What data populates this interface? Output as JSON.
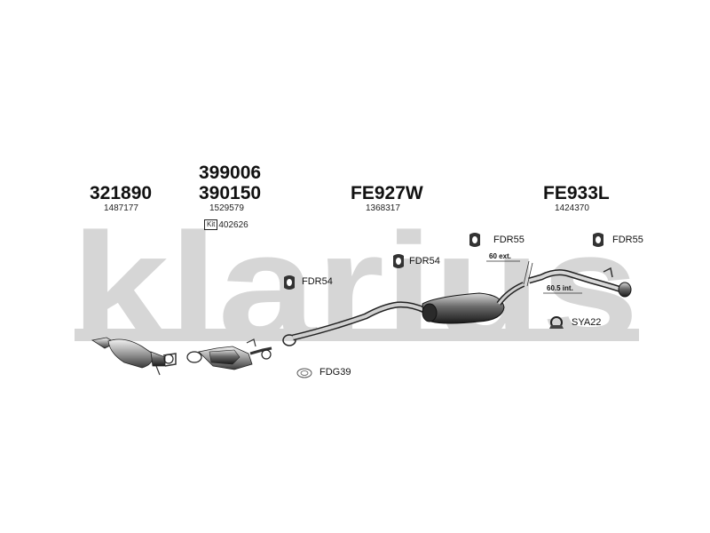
{
  "brand": {
    "logo_text": "klarius",
    "watermark_color": "#d6d6d6"
  },
  "columns": [
    {
      "part_numbers": [
        "321890"
      ],
      "reference": "1487177"
    },
    {
      "part_numbers": [
        "399006",
        "390150"
      ],
      "reference": "1529579",
      "kit_label": "Kit",
      "kit_number": "402626"
    },
    {
      "part_numbers": [
        "FE927W"
      ],
      "reference": "1368317"
    },
    {
      "part_numbers": [
        "FE933L"
      ],
      "reference": "1424370"
    }
  ],
  "fittings": {
    "fdr55_a": "FDR55",
    "fdr55_b": "FDR55",
    "fdr54_a": "FDR54",
    "fdr54_b": "FDR54",
    "sya22": "SYA22",
    "fdg39": "FDG39"
  },
  "annotations": {
    "ext": "60 ext.",
    "int": "60.5 int."
  },
  "icons": [
    "rubber-hanger-icon",
    "clamp-icon",
    "gasket-icon"
  ]
}
